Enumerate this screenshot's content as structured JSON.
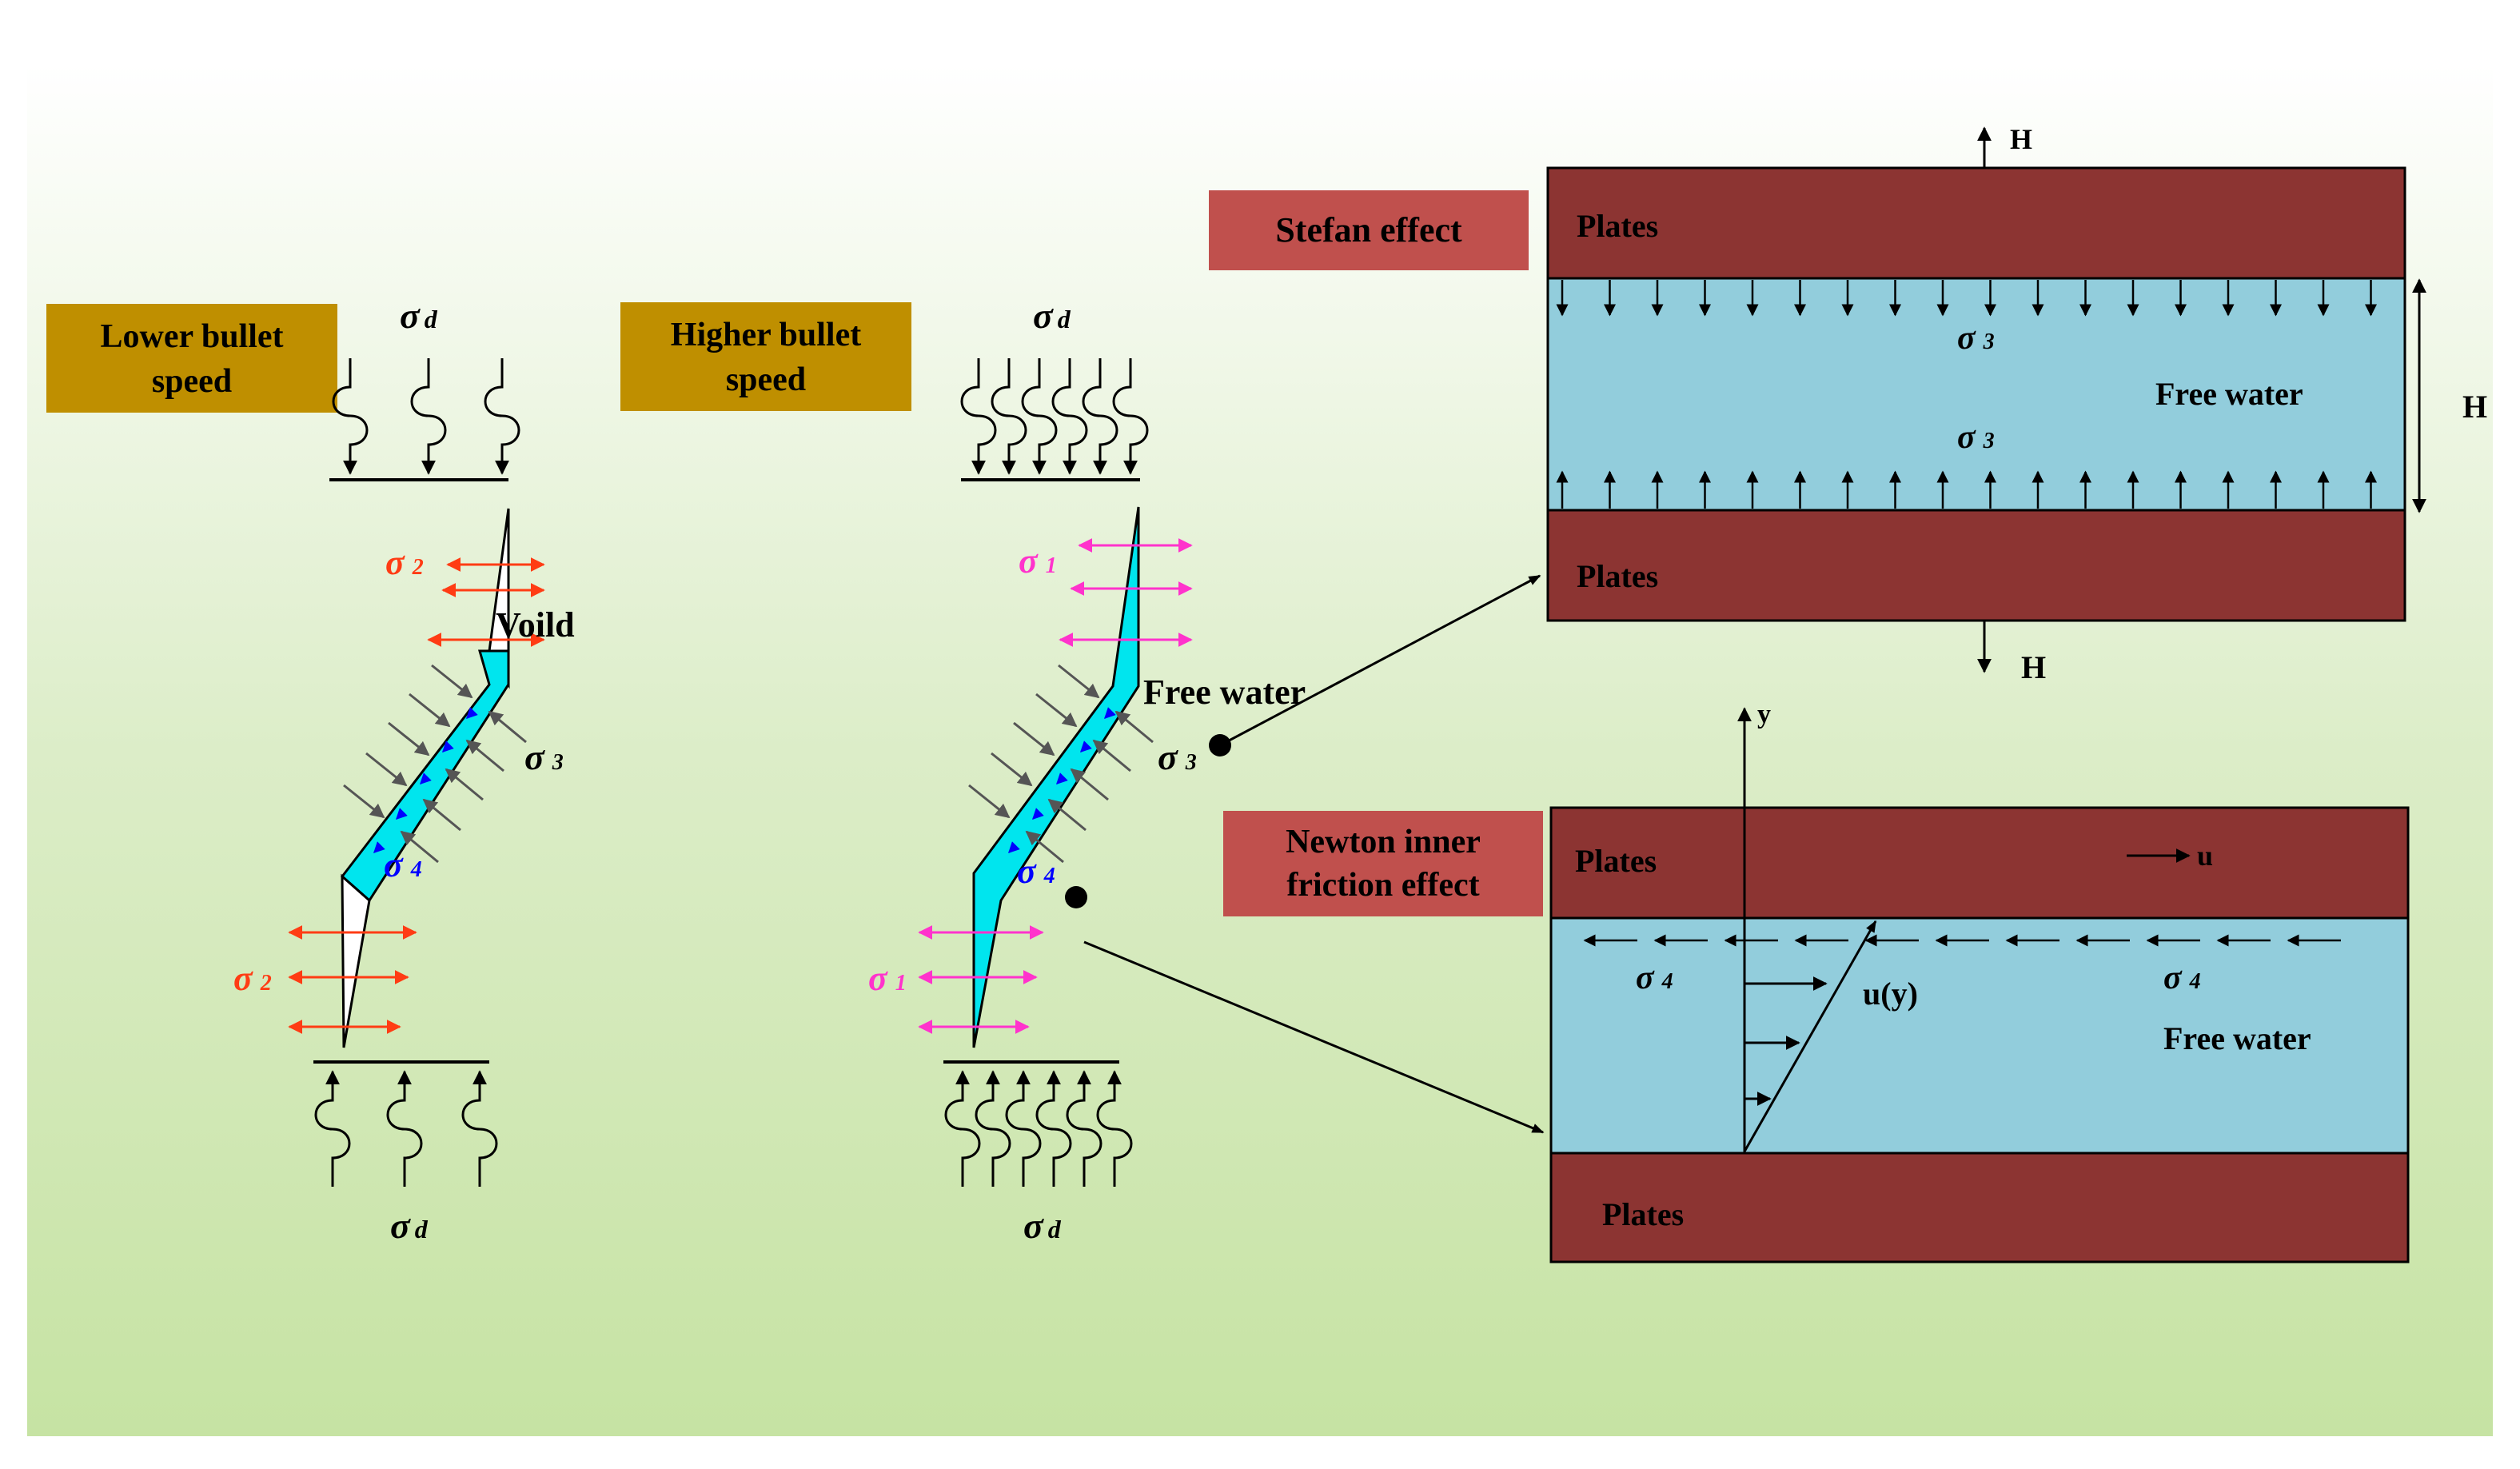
{
  "colors": {
    "background_top": "#ffffff",
    "background_bottom": "#c8e4a6",
    "tag_gold": "#bf8f00",
    "tag_red": "#c0504d",
    "plate": "#8c3432",
    "water": "#92cddc",
    "crack_fill": "#00e5ee",
    "orange_red": "#ff3c14",
    "magenta": "#ff33cc",
    "blue": "#0000ff",
    "grey_arrow": "#555555"
  },
  "lower": {
    "tag": [
      "Lower bullet",
      "speed"
    ],
    "sigma_d_top": "σ",
    "sigma_d_top_sub": "d",
    "sigma2_upper": "σ",
    "sigma2_upper_sub": "2",
    "void_label": "Voild",
    "sigma3": "σ",
    "sigma3_sub": "3",
    "sigma4": "σ",
    "sigma4_sub": "4",
    "sigma2_lower": "σ",
    "sigma2_lower_sub": "2",
    "sigma_d_bottom": "σ",
    "sigma_d_bottom_sub": "d"
  },
  "higher": {
    "tag": [
      "Higher bullet",
      "speed"
    ],
    "sigma_d_top": "σ",
    "sigma_d_top_sub": "d",
    "sigma1_upper": "σ",
    "sigma1_upper_sub": "1",
    "free_water_label": "Free water",
    "sigma3": "σ",
    "sigma3_sub": "3",
    "sigma4": "σ",
    "sigma4_sub": "4",
    "sigma1_lower": "σ",
    "sigma1_lower_sub": "1",
    "sigma_d_bottom": "σ",
    "sigma_d_bottom_sub": "d"
  },
  "stefan": {
    "tag": "Stefan effect",
    "top_plate": "Plates",
    "bottom_plate": "Plates",
    "water": "Free water",
    "sigma_upper": "σ",
    "sigma_upper_sub": "3",
    "sigma_lower": "σ",
    "sigma_lower_sub": "3",
    "top_arrow_label": "H",
    "bottom_arrow_label": "H",
    "gap_label": "H"
  },
  "newton": {
    "tag": [
      "Newton inner",
      "friction effect"
    ],
    "top_plate": "Plates",
    "bottom_plate": "Plates",
    "water": "Free water",
    "velocity_label": "u",
    "profile_label": "u(y)",
    "axis_y": "y",
    "sigma_left": "σ",
    "sigma_left_sub": "4",
    "sigma_right": "σ",
    "sigma_right_sub": "4"
  }
}
